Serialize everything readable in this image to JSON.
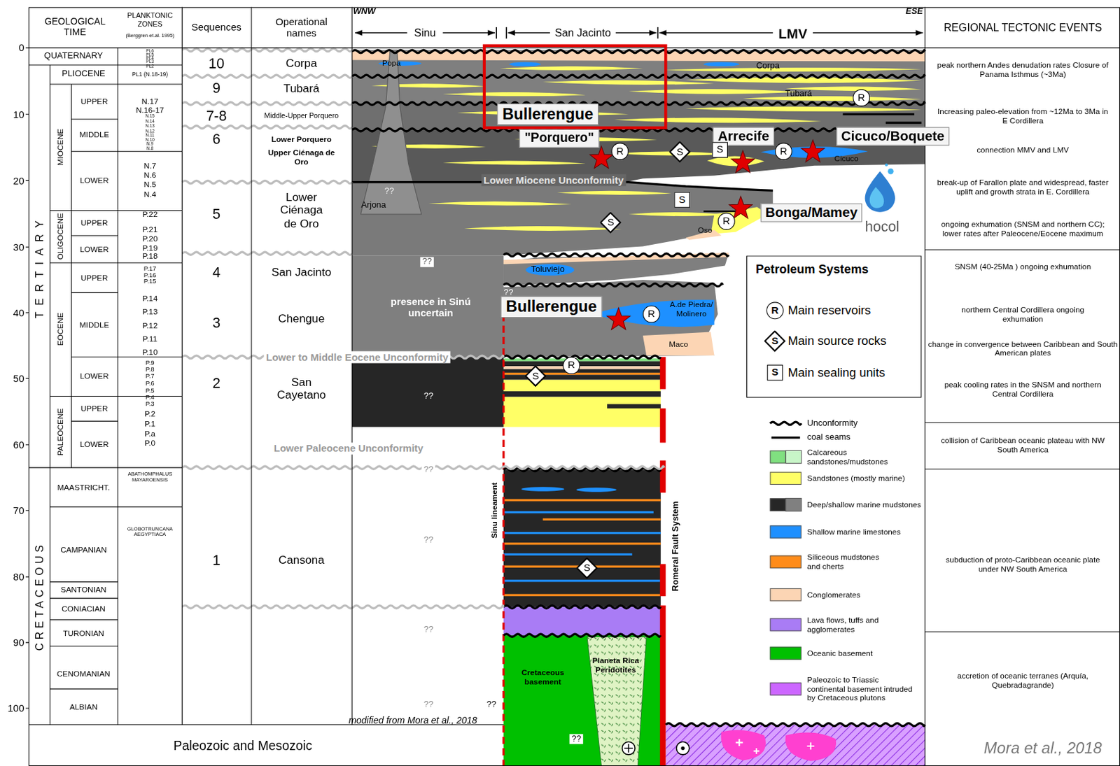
{
  "diagram": {
    "nodes": [
      {
        "text": [
          "Bullerengue"
        ]
      },
      {
        "text": [
          "\"Porquero\""
        ]
      },
      {
        "text": [
          "Arrecife"
        ]
      },
      {
        "text": [
          "Cicuco/Boquete"
        ]
      },
      {
        "text": [
          "Bonga/Mamey"
        ]
      },
      {
        "text": [
          "Bullerengue"
        ]
      },
      {
        "text": [
          "Petroleum Systems"
        ]
      },
      {
        "text": [
          "R"
        ],
        "in": 6
      },
      {
        "text": [
          "S"
        ],
        "in": 6
      },
      {
        "text": [
          "S"
        ],
        "in": 6
      },
      {
        "text": [
          "R"
        ]
      },
      {
        "text": [
          "R"
        ]
      },
      {
        "text": [
          "S"
        ]
      },
      {
        "text": [
          "S"
        ]
      },
      {
        "text": [
          "R"
        ]
      },
      {
        "text": [
          "S"
        ]
      },
      {
        "text": [
          "R"
        ]
      },
      {
        "text": [
          "S"
        ]
      },
      {
        "text": [
          "R"
        ]
      },
      {
        "text": [
          "R"
        ]
      },
      {
        "text": [
          "S"
        ]
      },
      {
        "text": [
          "S"
        ]
      }
    ],
    "labels": [
      "GEOLOGICAL TIME",
      "PLANKTONIC ZONES",
      "(Berggren et.al. 1995)",
      "Sequences",
      "Operational names",
      "REGIONAL TECTONIC EVENTS",
      "WNW",
      "ESE",
      "Sinu",
      "San Jacinto",
      "LMV",
      "0",
      "10",
      "20",
      "30",
      "40",
      "50",
      "60",
      "70",
      "80",
      "90",
      "100",
      "QUATERNARY",
      "PLIOCENE",
      "TERTIARY",
      "MIOCENE",
      "UPPER",
      "MIDDLE",
      "LOWER",
      "OLIGOCENE",
      "UPPER",
      "LOWER",
      "EOCENE",
      "UPPER",
      "MIDDLE",
      "LOWER",
      "PALEOCENE",
      "UPPER",
      "LOWER",
      "CRETACEOUS",
      "MAASTRICHT.",
      "CAMPANIAN",
      "SANTONIAN",
      "CONIACIAN",
      "TURONIAN",
      "CENOMANIAN",
      "ALBIAN",
      "PL6",
      "PL5",
      "PL4",
      "PL3",
      "PL2",
      "PL1 (N.18-19)",
      "N.17",
      "N.16-17",
      "N.15",
      "N.14",
      "N.13",
      "N.12",
      "N.11",
      "N.10",
      "N.9",
      "N.8",
      "N.7",
      "N.6",
      "N.5",
      "N.4",
      "P.22",
      "P.21",
      "P.20",
      "P.19",
      "P.18",
      "P.17",
      "P.16",
      "P.15",
      "P.14",
      "P.13",
      "P.12",
      "P.11",
      "P.10",
      "P.9",
      "P.8",
      "P.7",
      "P.6",
      "P.5",
      "P.4",
      "P.3",
      "P.2",
      "P.1",
      "P.a",
      "P.0",
      "ABATHOMPHALUS MAYAROENSIS",
      "GLOBOTRUNCANA AEGYPTIACA",
      "10",
      "9",
      "7-8",
      "6",
      "5",
      "4",
      "3",
      "2",
      "1",
      "Corpa",
      "Tubará",
      "Middle-Upper Porquero",
      "Lower Porquero",
      "Upper Ciénaga de Oro",
      "Lower Ciénaga de Oro",
      "San Jacinto",
      "Chengue",
      "San Cayetano",
      "Cansona",
      "peak northern Andes denudation rates Closure of Panama Isthmus (~3Ma)",
      "Increasing paleo-elevation from ~12Ma to 3Ma in E Cordillera",
      "connection MMV and LMV",
      "break-up of Farallon plate and widespread, faster uplift and growth strata in E. Cordillera",
      "ongoing exhumation (SNSM and northern CC); lower rates after Paleocene/Eocene maximum",
      "SNSM (40-25Ma ) ongoing exhumation",
      "northern Central Cordillera ongoing exhumation",
      "change in convergence between Caribbean and South American plates",
      "peak cooling rates in the SNSM and northern Central Cordillera",
      "collision of Caribbean oceanic plateau with NW South America",
      "subduction of proto-Caribbean oceanic plate under NW South America",
      "accretion of oceanic terranes (Arquía, Quebradagrande)",
      "Popa",
      "Corpa",
      "Tubará",
      "??",
      "Arjona",
      "Lower Miocene Unconformity",
      "Toluviejo",
      "??",
      "??",
      "presence in Sinú uncertain",
      "A.de Piedra/ Molinero",
      "Maco",
      "Lower to Middle Eocene Unconformity",
      "??",
      "Lower Paleocene Unconformity",
      "??",
      "??",
      "??",
      "??",
      "??",
      "Cretaceous basement",
      "Planeta Rica Peridotites",
      "??",
      "Sinu lineament",
      "Romeral Fault System",
      "modified from Mora et al., 2018",
      "Paleozoic and Mesozoic",
      "Mora et al., 2018",
      "Oso",
      "Cicuco",
      "hocol"
    ],
    "legend": [
      {
        "text": "Main reservoirs"
      },
      {
        "text": "Main source rocks"
      },
      {
        "text": "Main sealing units"
      },
      {
        "text": "Unconformity"
      },
      {
        "text": "coal seams"
      },
      {
        "text": "Calcareous sandstones/mudstones",
        "color": "#80e080"
      },
      {
        "text": "Sandstones (mostly marine)",
        "color": "#ffff66"
      },
      {
        "text": "Deep/shallow marine mudstones",
        "color": "#262626"
      },
      {
        "text": "Shallow marine limestones",
        "color": "#1e90ff"
      },
      {
        "text": "Siliceous mudstones and cherts",
        "color": "#ff8c1a"
      },
      {
        "text": "Conglomerates",
        "color": "#fcd5b4"
      },
      {
        "text": "Lava flows, tuffs and agglomerates",
        "color": "#a97cf5"
      },
      {
        "text": "Oceanic basement",
        "color": "#00c000"
      },
      {
        "text": "Paleozoic to Triassic continental basement intruded by Cretaceous plutons",
        "color": "#cc66ff"
      }
    ]
  }
}
